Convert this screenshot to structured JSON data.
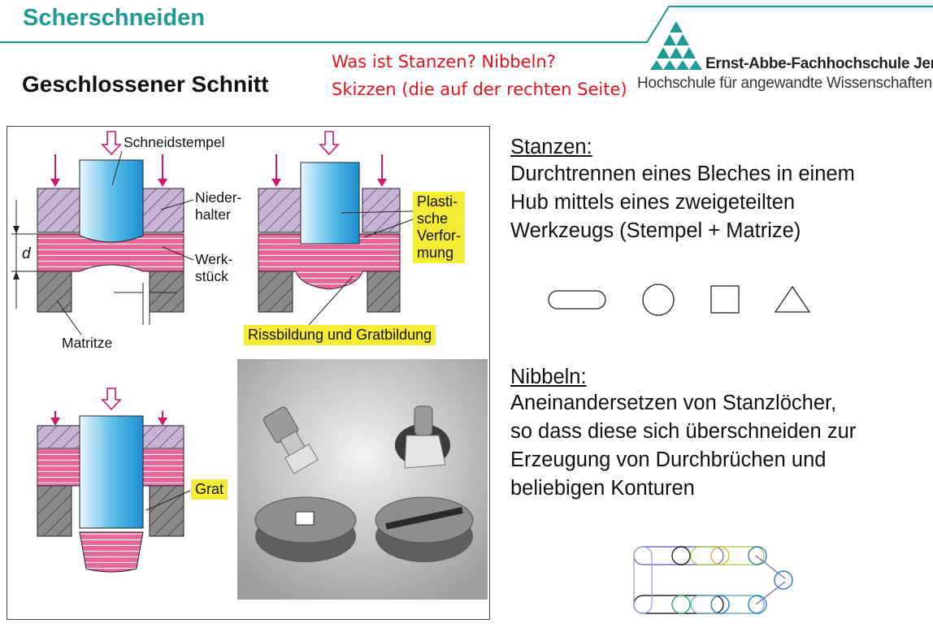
{
  "header": {
    "title": "Scherschneiden",
    "subtitle": "Geschlossener Schnitt",
    "notes": [
      "Was ist Stanzen? Nibbeln?",
      "Skizzen (die auf der rechten Seite)"
    ],
    "logo_name": "Ernst-Abbe-Fachhochschule Jena",
    "logo_sub": "Hochschule für angewandte Wissenschaften"
  },
  "figure": {
    "labels": {
      "schneidstempel": "Schneidstempel",
      "niederhalter": "Nieder-\nhalter",
      "werkstueck": "Werk-\nstück",
      "matritze": "Matritze",
      "d": "d",
      "plastische_verformung": "Plasti-\nsche\nVerfor-\nmung",
      "rissbildung": "Rissbildung und Gratbildung",
      "grat": "Grat"
    }
  },
  "right": {
    "stanzen_heading": "Stanzen:",
    "stanzen_lines": [
      "Durchtrennen eines Bleches in einem",
      "Hub mittels eines zweigeteilten",
      "Werkzeugs (Stempel + Matrize)"
    ],
    "shapes": [
      "slot-icon",
      "circle-icon",
      "square-icon",
      "triangle-icon"
    ],
    "nibbeln_heading": "Nibbeln:",
    "nibbeln_lines": [
      "Aneinandersetzen von Stanzlöcher,",
      "so dass diese sich überschneiden zur",
      "Erzeugung von Durchbrüchen und",
      "beliebigen Konturen"
    ]
  },
  "colors": {
    "title_teal": "#1e9a93",
    "note_red": "#e3151b",
    "highlight_yellow": "#f5ea34",
    "workpiece_pink": "#e8679a",
    "holder_lilac": "#c9b3d9",
    "punch_blue": "#2ea3df"
  }
}
